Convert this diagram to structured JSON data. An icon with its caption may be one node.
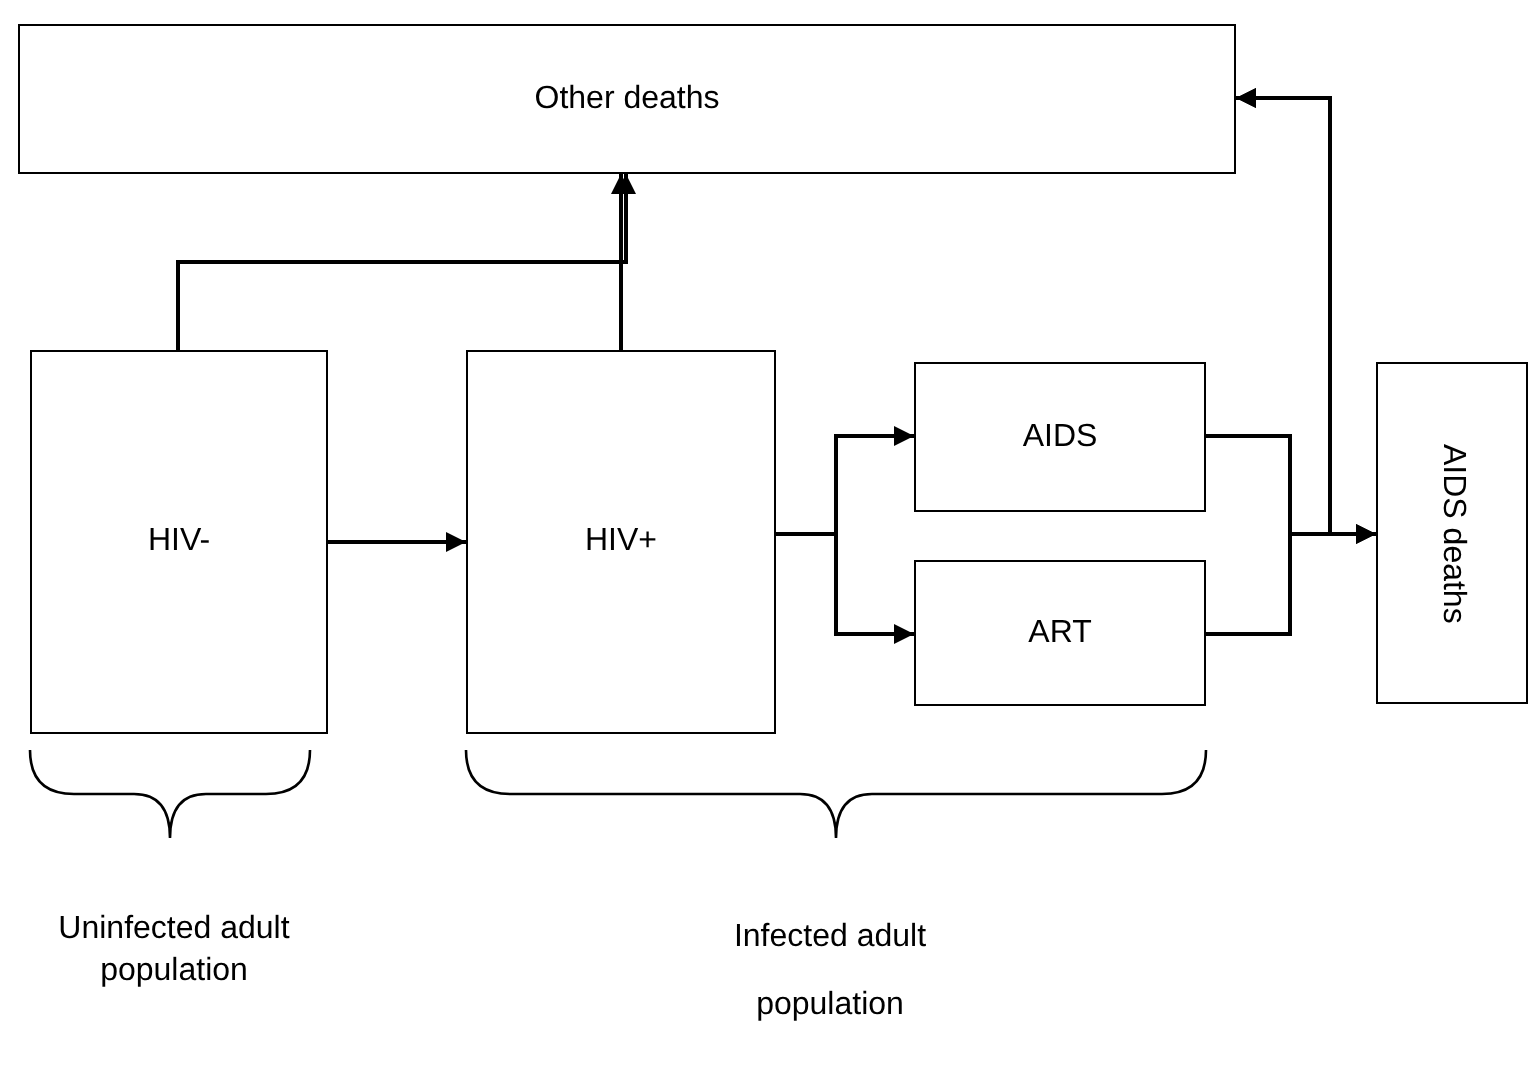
{
  "diagram": {
    "nodes": [
      {
        "text": [
          "Other deaths"
        ]
      },
      {
        "text": [
          "HIV-"
        ]
      },
      {
        "text": [
          "HIV+"
        ]
      },
      {
        "text": [
          "AIDS"
        ]
      },
      {
        "text": [
          "ART"
        ]
      },
      {
        "text": [
          "AIDS deaths"
        ]
      }
    ],
    "edges": [
      {
        "from": 1,
        "to": 0,
        "arrow": "to"
      },
      {
        "from": 2,
        "to": 0,
        "arrow": "to"
      },
      {
        "from": 1,
        "to": 2,
        "arrow": "to"
      },
      {
        "from": 2,
        "to": 3,
        "arrow": "to"
      },
      {
        "from": 2,
        "to": 4,
        "arrow": "to"
      },
      {
        "from": 3,
        "to": 5,
        "arrow": "to"
      },
      {
        "from": 4,
        "to": 5,
        "arrow": "to"
      },
      {
        "from": 3,
        "to": 0,
        "arrow": "to"
      },
      {
        "from": 4,
        "to": 0,
        "arrow": "to"
      }
    ],
    "labels": [
      "Uninfected adult population",
      "Infected adult population"
    ]
  }
}
